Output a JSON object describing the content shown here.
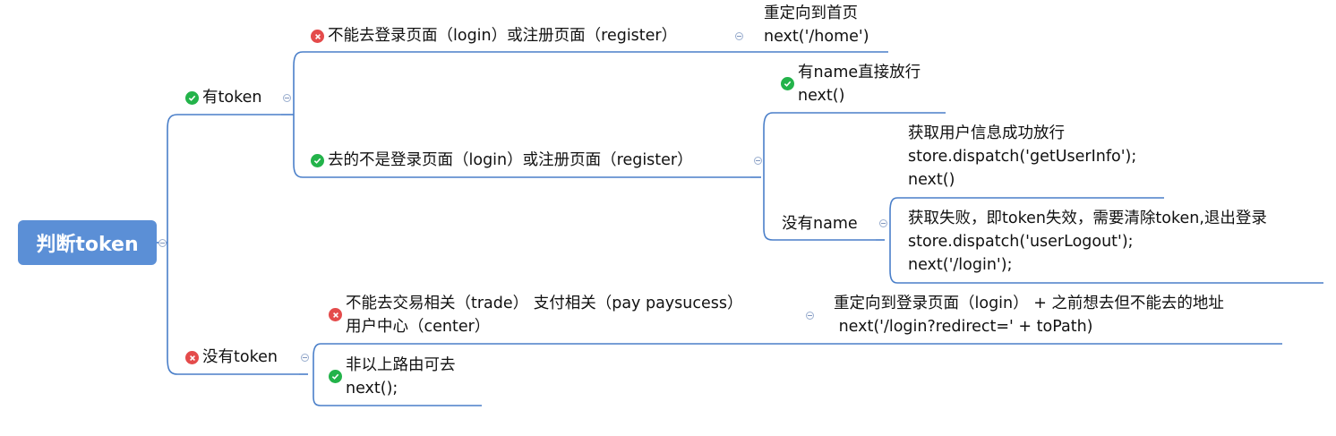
{
  "root": {
    "label": "判断token"
  },
  "branches": {
    "has_token": {
      "label": "有token",
      "login_register": {
        "label": "不能去登录页面（login）或注册页面（register）",
        "result": {
          "line1": "重定向到首页",
          "line2": "next('/home')"
        }
      },
      "other_pages": {
        "label": "去的不是登录页面（login）或注册页面（register）",
        "has_name": {
          "line1": "有name直接放行",
          "line2": "next()"
        },
        "no_name": {
          "label": "没有name",
          "success": {
            "line1": "获取用户信息成功放行",
            "line2": "store.dispatch('getUserInfo');",
            "line3": "next()"
          },
          "fail": {
            "line1": "获取失败，即token失效，需要清除token,退出登录",
            "line2": "store.dispatch('userLogout');",
            "line3": "next('/login');"
          }
        }
      }
    },
    "no_token": {
      "label": "没有token",
      "restricted": {
        "line1": "不能去交易相关（trade） 支付相关（pay paysucess）",
        "line2": "用户中心（center）",
        "result": {
          "line1": "重定向到登录页面（login） + 之前想去但不能去的地址",
          "line2": " next('/login?redirect=' + toPath)"
        }
      },
      "other": {
        "line1": "非以上路由可去",
        "line2": "next();"
      }
    }
  },
  "colors": {
    "root_bg": "#5b8fd6",
    "line": "#4a7fc9",
    "ok": "#23b34a",
    "no": "#e44b4b"
  },
  "icons": {
    "ok": "check-circle-icon",
    "no": "x-circle-icon",
    "fold": "collapse-icon"
  }
}
